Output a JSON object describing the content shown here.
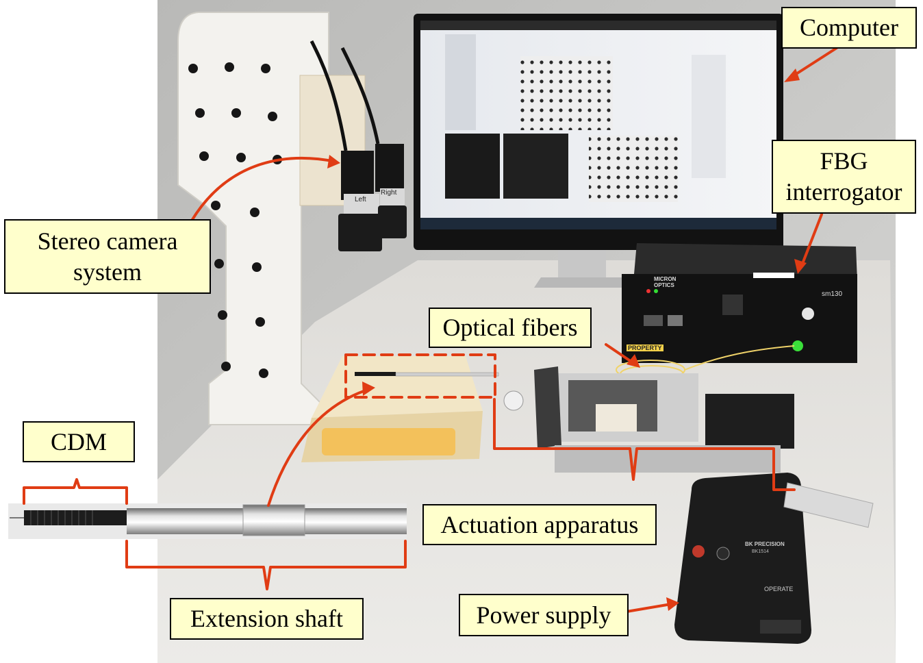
{
  "labels": {
    "computer": "Computer",
    "fbg_line1": "FBG",
    "fbg_line2": "interrogator",
    "stereo_line1": "Stereo camera",
    "stereo_line2": "system",
    "optical_fibers": "Optical fibers",
    "cdm": "CDM",
    "actuation": "Actuation apparatus",
    "extension": "Extension shaft",
    "power": "Power supply"
  },
  "device_text": {
    "interrogator_brand": "MICRON OPTICS",
    "interrogator_model": "sm130",
    "psu_brand": "BK PRECISION",
    "psu_model": "BK1514",
    "psu_operate": "OPERATE",
    "camera_left": "Left",
    "camera_right": "Right",
    "property_tag": "PROPERTY"
  },
  "colors": {
    "label_bg": "#ffffcc",
    "annotation": "#e03c14"
  }
}
